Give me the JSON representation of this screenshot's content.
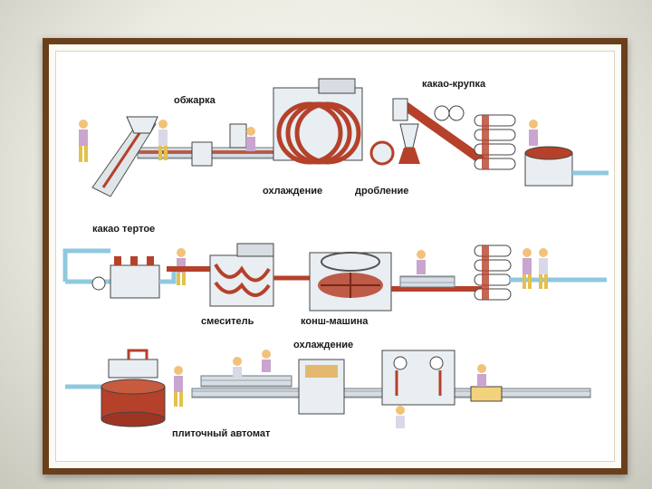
{
  "labels": {
    "roasting": "обжарка",
    "cocoa_nibs": "какао-крупка",
    "cooling_1": "охлаждение",
    "crushing": "дробление",
    "cocoa_liquor": "какао тертое",
    "mixer": "смеситель",
    "conche": "конш-машина",
    "cooling_2": "охлаждение",
    "tablet_machine": "плиточный автомат"
  },
  "colors": {
    "frame": "#6a3f1c",
    "pipe": "#8fc9df",
    "cocoa": "#b5412a",
    "machine": "#e8eef2"
  }
}
